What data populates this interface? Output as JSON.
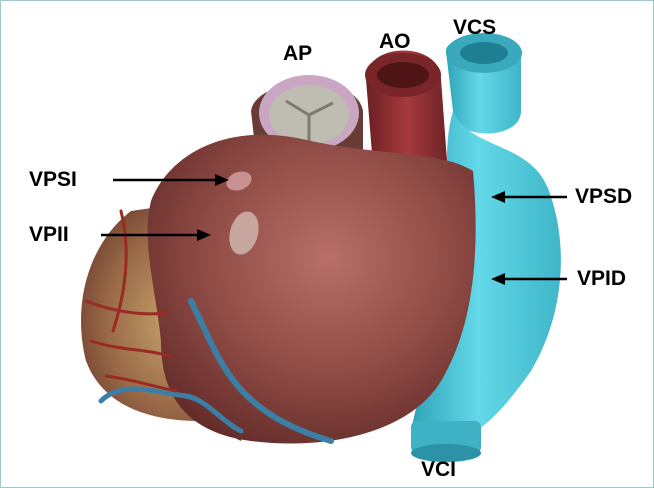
{
  "labels": {
    "ap": "AP",
    "ao": "AO",
    "vcs": "VCS",
    "vpsi": "VPSI",
    "vpii": "VPII",
    "vpsd": "VPSD",
    "vpid": "VPID",
    "vci": "VCI"
  },
  "colors": {
    "heart_dark": "#6e2e2b",
    "heart_mid": "#8e4a44",
    "heart_light": "#a9645c",
    "aorta": "#8a2f33",
    "vein_cyan": "#55cfe0",
    "vein_cyan_dark": "#2fa4b8",
    "vessel_blue": "#3c7fa6",
    "vessel_red": "#9a2a22",
    "valve": "#bfbcb2",
    "border": "#9fc9c6"
  }
}
